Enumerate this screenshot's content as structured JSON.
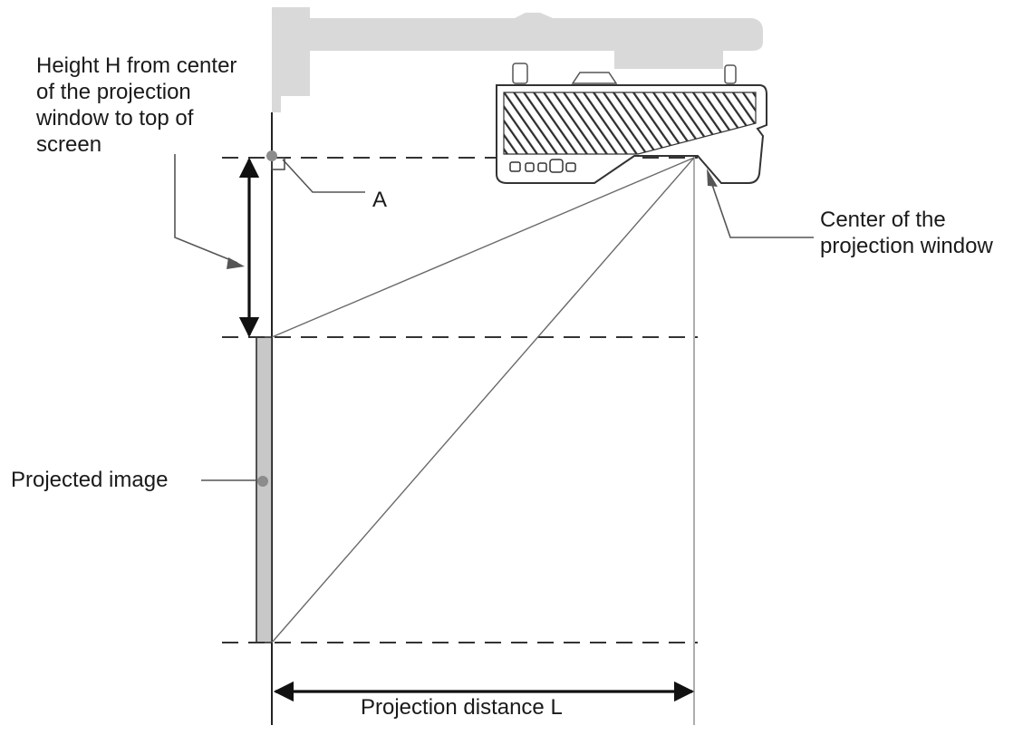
{
  "labels": {
    "height_h": [
      "Height H from center",
      "of the projection",
      "window to top of",
      "screen"
    ],
    "point_a": "A",
    "center_window": [
      "Center of the",
      "projection window"
    ],
    "projected_image": "Projected image",
    "projection_distance": "Projection distance L"
  },
  "colors": {
    "line": "#222222",
    "dashed": "#333333",
    "mount": "#d9d9d9",
    "screen": "#c8c8c8",
    "leader": "#555555",
    "dot": "#8c8c8c"
  }
}
